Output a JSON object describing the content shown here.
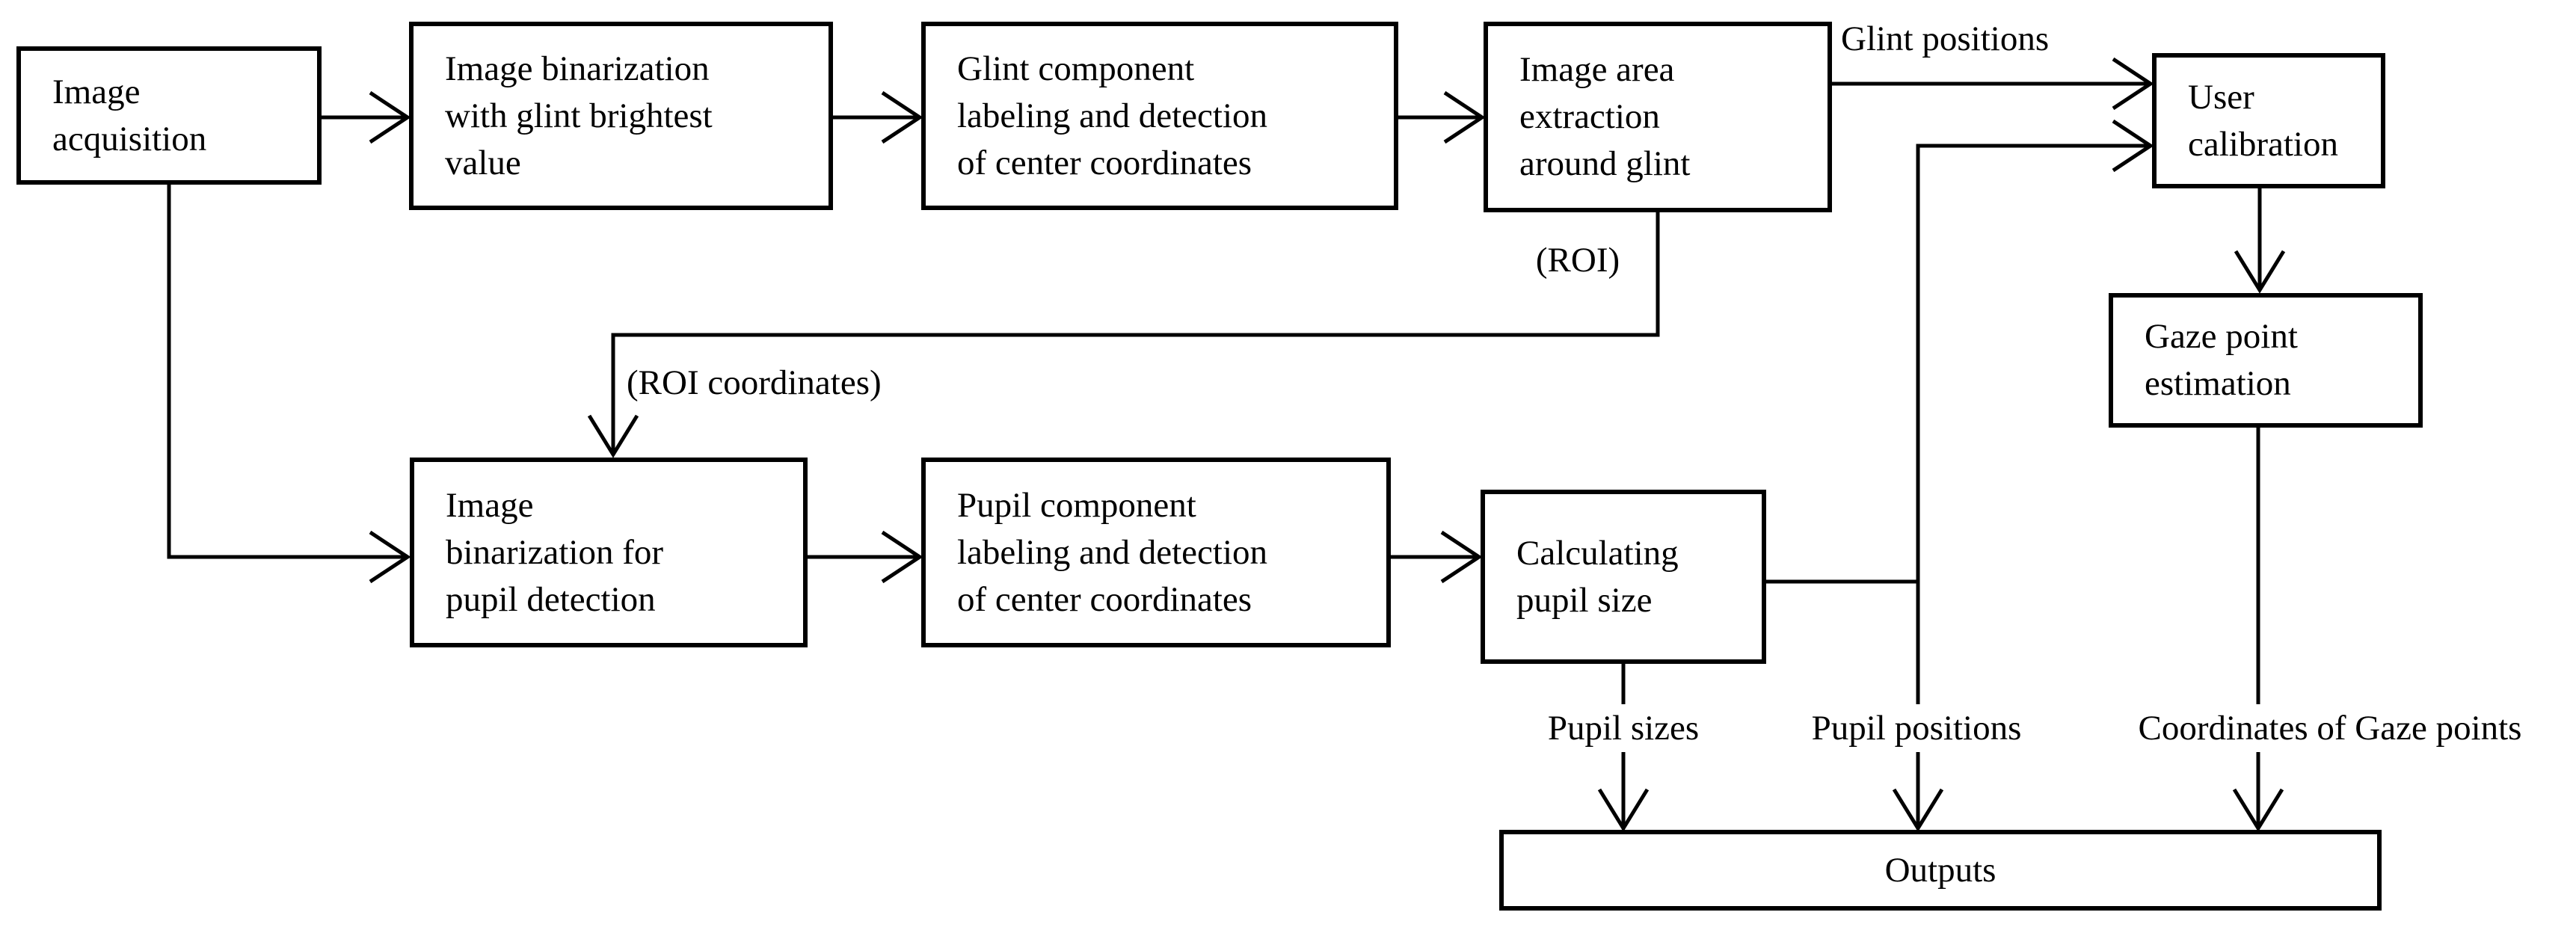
{
  "diagram_type": "flowchart",
  "colors": {
    "line": "#000000",
    "text": "#000000",
    "background": "#ffffff"
  },
  "nodes": {
    "image_acquisition": {
      "label": "Image\nacquisition"
    },
    "binarization_glint": {
      "label": "Image binarization\nwith glint brightest\nvalue"
    },
    "glint_labeling": {
      "label": "Glint component\nlabeling and detection\nof center coordinates"
    },
    "area_extraction": {
      "label": "Image area\nextraction\naround glint"
    },
    "binarization_pupil": {
      "label": "Image\nbinarization for\npupil detection"
    },
    "pupil_labeling": {
      "label": "Pupil component\nlabeling and detection\nof center coordinates"
    },
    "calculating_pupil_size": {
      "label": "Calculating\npupil size"
    },
    "user_calibration": {
      "label": "User\ncalibration"
    },
    "gaze_point_estimation": {
      "label": "Gaze point\nestimation"
    },
    "outputs": {
      "label": "Outputs"
    }
  },
  "edge_labels": {
    "glint_positions": "Glint positions",
    "roi": "(ROI)",
    "roi_coordinates": "(ROI coordinates)",
    "pupil_sizes": "Pupil sizes",
    "pupil_positions": "Pupil positions",
    "gaze_coordinates": "Coordinates of Gaze points"
  }
}
